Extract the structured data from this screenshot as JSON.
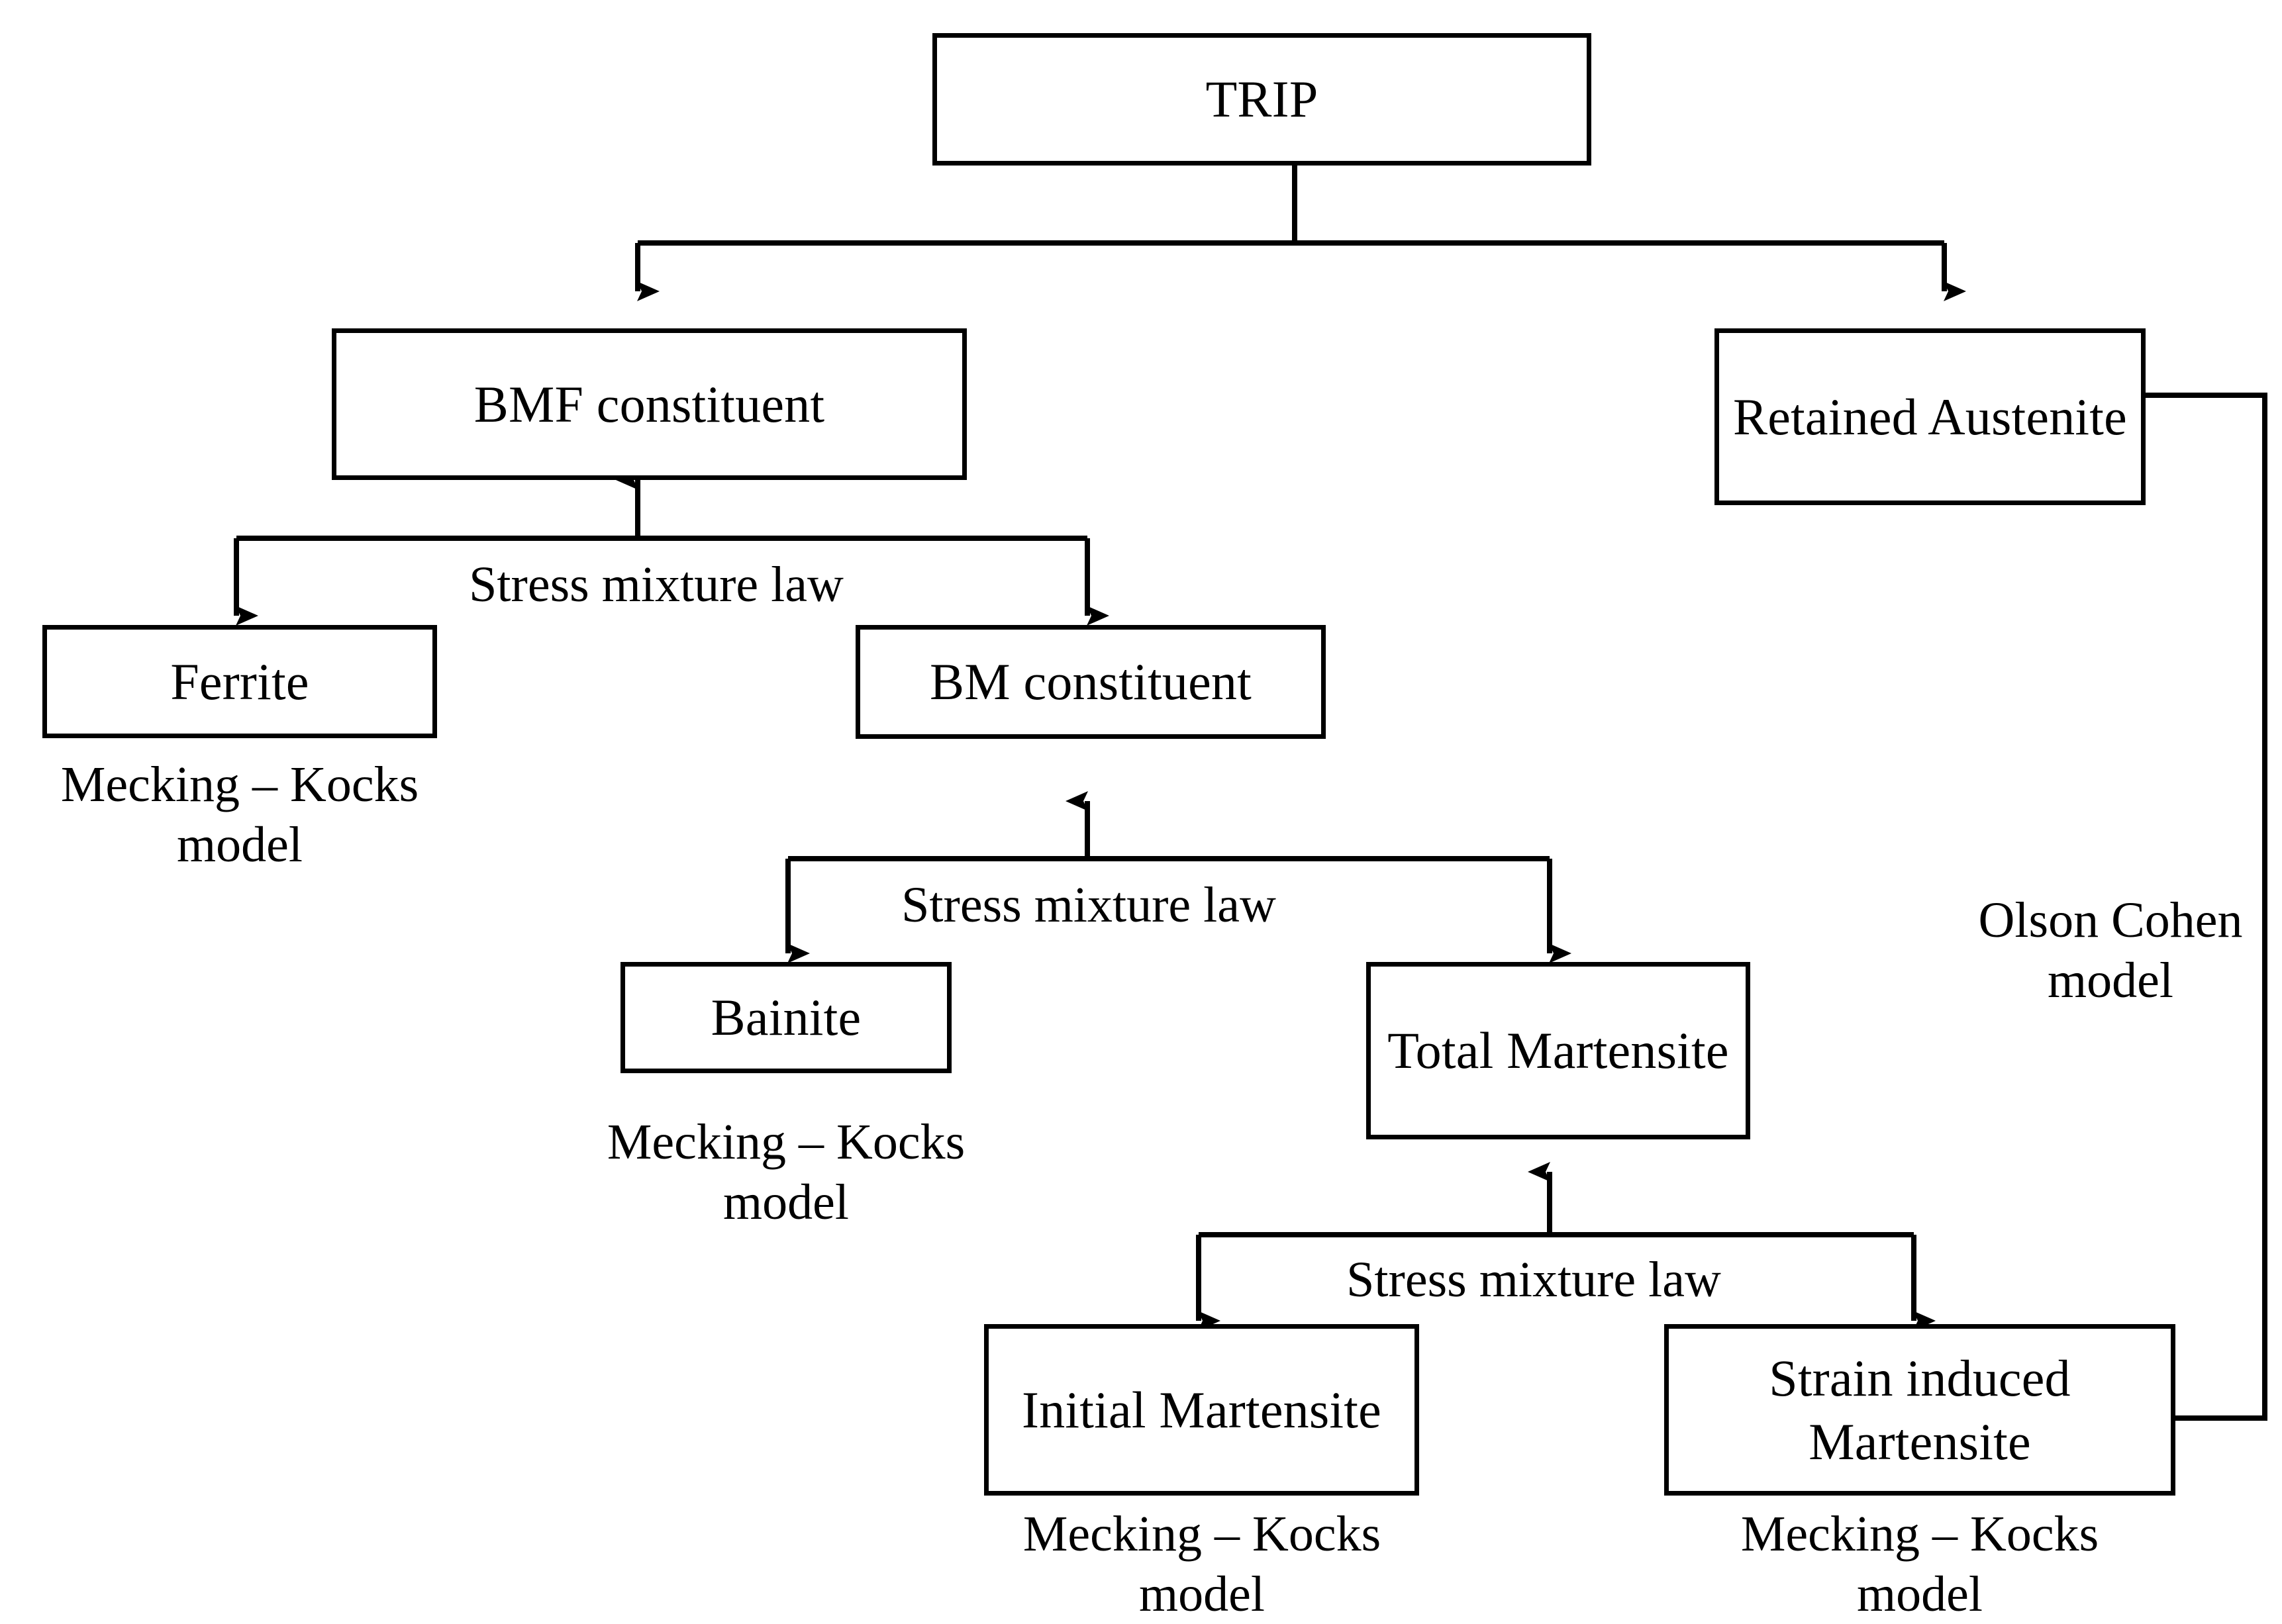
{
  "diagram": {
    "type": "flowchart",
    "title": "TRIP steel constitutive model decomposition",
    "background_color": "#ffffff",
    "line_color": "#000000",
    "text_color": "#000000"
  },
  "nodes": {
    "trip": {
      "label": "TRIP"
    },
    "bmf_constituent": {
      "label": "BMF constituent"
    },
    "retained_austenite": {
      "label": "Retained\nAustenite"
    },
    "ferrite": {
      "label": "Ferrite"
    },
    "bm_constituent": {
      "label": "BM constituent"
    },
    "bainite": {
      "label": "Bainite"
    },
    "total_martensite": {
      "label": "Total\nMartensite"
    },
    "initial_martensite": {
      "label": "Initial\nMartensite"
    },
    "strain_induced_martensite": {
      "label": "Strain induced\nMartensite"
    }
  },
  "captions": {
    "ferrite_model": "Mecking – Kocks\nmodel",
    "bainite_model": "Mecking – Kocks\nmodel",
    "initial_martensite_model": "Mecking – Kocks\nmodel",
    "strain_induced_martensite_model": "Mecking – Kocks\nmodel"
  },
  "edge_labels": {
    "bmf_split": "Stress mixture law",
    "bm_split": "Stress mixture law",
    "martensite_split": "Stress mixture law",
    "olson_cohen": "Olson Cohen\nmodel"
  }
}
